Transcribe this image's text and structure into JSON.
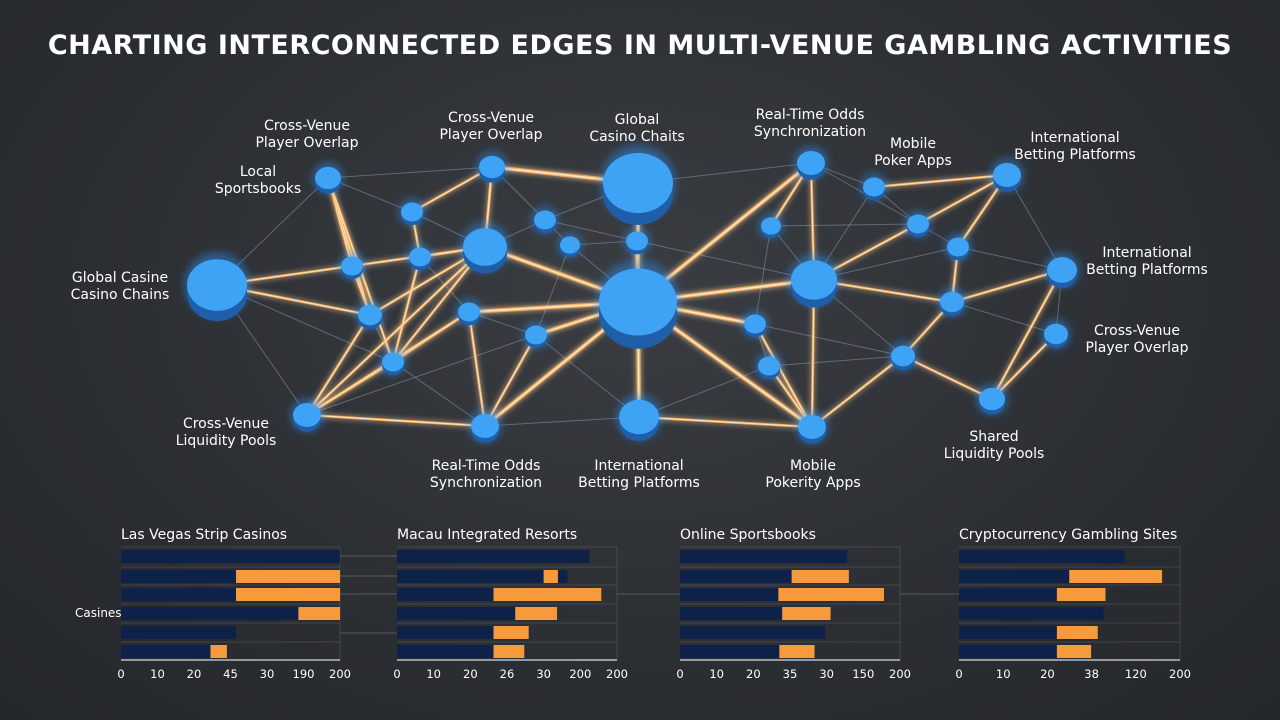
{
  "title": "CHARTING INTERCONNECTED EDGES IN MULTI-VENUE GAMBLING ACTIVITIES",
  "network": {
    "labels": [
      [
        "Cross-Venue",
        "Player Overlap"
      ],
      [
        "Cross-Venue",
        "Player Overlap"
      ],
      [
        "Global",
        "Casino Chaits"
      ],
      [
        "Real-Time Odds",
        "Synchronization"
      ],
      [
        "Mobile",
        "Poker Apps"
      ],
      [
        "International",
        "Betting Platforms"
      ],
      [
        "Local",
        "Sportsbooks"
      ],
      [
        "Global Casine",
        "Casino Chains"
      ],
      [
        "International",
        "Betting Platforms"
      ],
      [
        "Cross-Venue",
        "Player Overlap"
      ],
      [
        "Cross-Venue",
        "Liquidity Pools"
      ],
      [
        "Real-Time Odds",
        "Synchronization"
      ],
      [
        "International",
        "Betting Platforms"
      ],
      [
        "Mobile",
        "Pokerity Apps"
      ],
      [
        "Shared",
        "Liquidity Pools"
      ]
    ]
  },
  "chart_data": [
    {
      "type": "bar",
      "title": "Las Vegas Strip Casinos",
      "ylabel": "Casines",
      "xticks": [
        "0",
        "10",
        "20",
        "45",
        "30",
        "190",
        "200"
      ],
      "series": [
        {
          "values": [
            200,
            200,
            200,
            200,
            105,
            95
          ]
        },
        {
          "values": [
            0,
            95,
            95,
            38,
            0,
            15
          ]
        }
      ]
    },
    {
      "type": "bar",
      "title": "Macau Integrated Resorts",
      "ylabel": "",
      "xticks": [
        "0",
        "10",
        "20",
        "26",
        "30",
        "200",
        "200"
      ],
      "series": [
        {
          "values": [
            175,
            155,
            102,
            125,
            102,
            102
          ]
        },
        {
          "values": [
            0,
            13,
            98,
            38,
            32,
            28
          ]
        }
      ]
    },
    {
      "type": "bar",
      "title": "Online Sportsbooks",
      "ylabel": "",
      "xticks": [
        "0",
        "10",
        "20",
        "35",
        "30",
        "150",
        "200"
      ],
      "series": [
        {
          "values": [
            152,
            118,
            105,
            108,
            132,
            105
          ]
        },
        {
          "values": [
            0,
            52,
            96,
            44,
            0,
            32
          ]
        }
      ]
    },
    {
      "type": "bar",
      "title": "Cryptocurrency Gambling Sites",
      "ylabel": "",
      "xticks": [
        "0",
        "10",
        "20",
        "38",
        "120",
        "200"
      ],
      "series": [
        {
          "values": [
            150,
            118,
            103,
            131,
            103,
            103
          ]
        },
        {
          "values": [
            0,
            84,
            44,
            0,
            37,
            31
          ]
        }
      ]
    }
  ],
  "colors": {
    "background": "#2b2e33",
    "node_fill": "#3ea2f5",
    "node_shadow": "#1f5ea8",
    "edge_glow": "#ffb560",
    "edge_core": "#fff1d6",
    "edge_thin": "#8a94a3",
    "bar_navy": "#0e2149",
    "bar_orange": "#f79a3c",
    "grid": "#7d8289"
  }
}
